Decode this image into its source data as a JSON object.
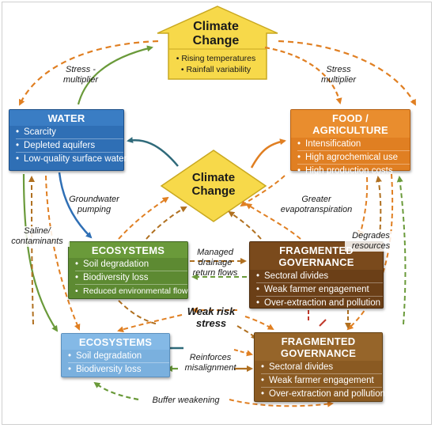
{
  "top_climate": {
    "title_line1": "Climate",
    "title_line2": "Change",
    "items": [
      "Rising temperatures",
      "Rainfall variability"
    ]
  },
  "mid_climate": {
    "title_line1": "Climate",
    "title_line2": "Change"
  },
  "water": {
    "title": "WATER",
    "items": [
      "Scarcity",
      "Depleted aquifers",
      "Low-quality surface water"
    ]
  },
  "food": {
    "title": "FOOD / AGRICULTURE",
    "items": [
      "Intensification",
      "High agrochemical use",
      "High production costs"
    ]
  },
  "eco_green": {
    "title": "ECOSYSTEMS",
    "items": [
      "Soil degradation",
      "Biodiversity loss",
      "Reduced environmental flow"
    ]
  },
  "gov_brown": {
    "title_line1": "FRAGMENTED",
    "title_line2": "GOVERNANCE",
    "items": [
      "Sectoral divides",
      "Weak farmer engagement",
      "Over-extraction and pollution"
    ]
  },
  "eco_blue": {
    "title": "ECOSYSTEMS",
    "items": [
      "Soil degradation",
      "Biodiversity loss"
    ]
  },
  "gov_brown2": {
    "title_line1": "FRAGMENTED",
    "title_line2": "GOVERNANCE",
    "items": [
      "Sectoral divides",
      "Weak farmer engagement",
      "Over-extraction and pollution"
    ]
  },
  "labels": {
    "stress_left_1": "Stress -",
    "stress_left_2": "multiplier",
    "stress_right_1": "Stress",
    "stress_right_2": "multiplier",
    "groundwater_1": "Groundwater",
    "groundwater_2": "pumping",
    "saline_1": "Saline/",
    "saline_2": "contaminants",
    "greater_1": "Greater",
    "greater_2": "evapotranspiration",
    "degrades_1": "Degrades",
    "degrades_2": "resources",
    "managed_1": "Managed",
    "managed_2": "drainage",
    "managed_3": "return flows",
    "weak_1": "Weak risk",
    "weak_2": "stress",
    "reinforces_1": "Reinforces",
    "reinforces_2": "misalignment",
    "buffer": "Buffer weakening"
  },
  "colors": {
    "water_blue": "#2f6fb5",
    "food_orange": "#e07f22",
    "eco_green": "#5d8a32",
    "gov_brown": "#6b3f17",
    "eco_light_blue": "#7ab0de",
    "gov_brown_light": "#8a5a22",
    "climate_yellow": "#f7d94a"
  }
}
